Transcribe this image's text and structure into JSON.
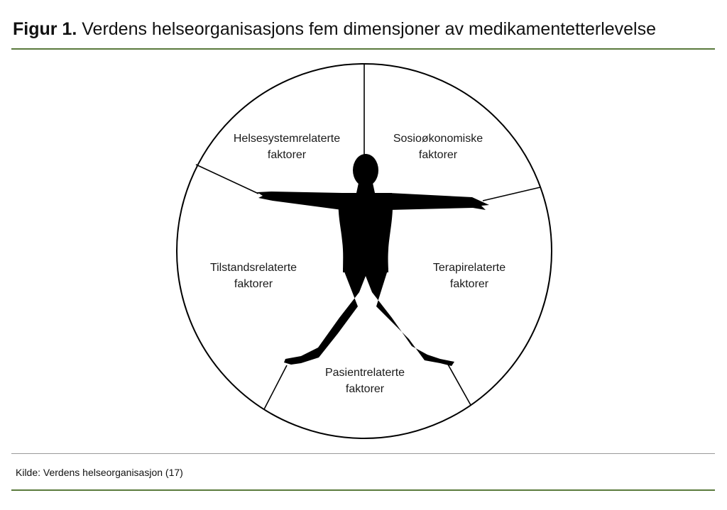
{
  "figure": {
    "label": "Figur 1.",
    "title": "Verdens helseorganisasjons fem dimensjoner av medikamentetterlevelse"
  },
  "segments": [
    {
      "line1": "Helsesystemrelaterte",
      "line2": "faktorer"
    },
    {
      "line1": "Sosioøkonomiske",
      "line2": "faktorer"
    },
    {
      "line1": "Terapirelaterte",
      "line2": "faktorer"
    },
    {
      "line1": "Pasientrelaterte",
      "line2": "faktorer"
    },
    {
      "line1": "Tilstandsrelaterte",
      "line2": "faktorer"
    }
  ],
  "source": "Kilde: Verdens helseorganisasjon (17)",
  "colors": {
    "rule": "#5a7a3c",
    "figure": "#000000"
  },
  "icons": {
    "center": "human-figure-icon"
  }
}
